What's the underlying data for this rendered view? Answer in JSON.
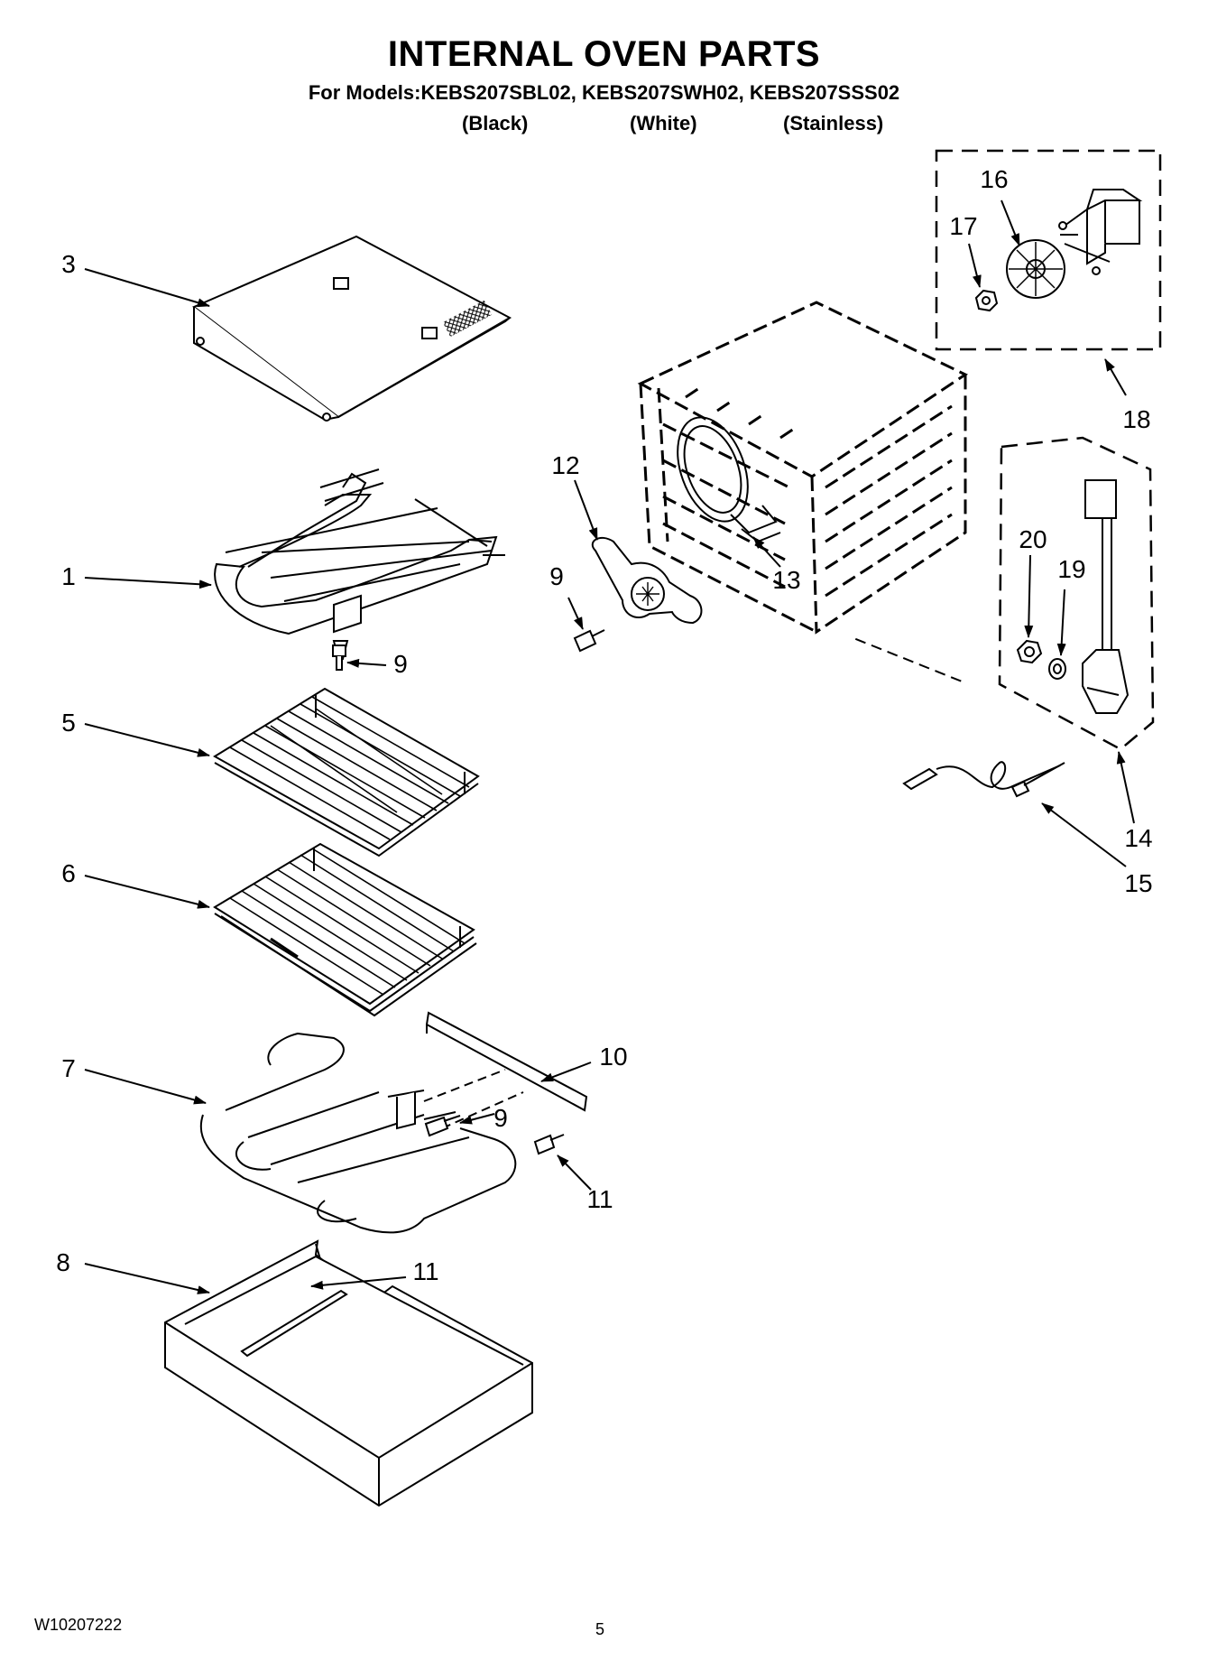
{
  "header": {
    "title": "INTERNAL OVEN PARTS",
    "models_line": "For Models:KEBS207SBL02, KEBS207SWH02, KEBS207SSS02",
    "variants": [
      "(Black)",
      "(White)",
      "(Stainless)"
    ]
  },
  "callouts": {
    "c1": "1",
    "c3": "3",
    "c5": "5",
    "c6": "6",
    "c7": "7",
    "c8": "8",
    "c9a": "9",
    "c9b": "9",
    "c9c": "9",
    "c10": "10",
    "c11a": "11",
    "c11b": "11",
    "c12": "12",
    "c13": "13",
    "c14": "14",
    "c15": "15",
    "c16": "16",
    "c17": "17",
    "c18": "18",
    "c19": "19",
    "c20": "20"
  },
  "footer": {
    "doc_number": "W10207222",
    "page_number": "5"
  }
}
